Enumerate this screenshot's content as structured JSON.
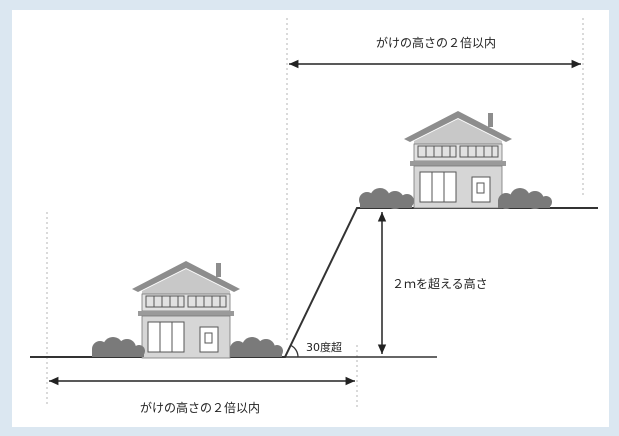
{
  "labels": {
    "top_width": "がけの高さの２倍以内",
    "bottom_width": "がけの高さの２倍以内",
    "height": "２ｍを超える高さ",
    "angle": "30度超"
  },
  "colors": {
    "frame_bg": "#dbe7f1",
    "canvas_bg": "#ffffff",
    "line": "#333333",
    "guide": "#b5b5b5",
    "roof": "#8d8d8d",
    "wall": "#d6d6d6",
    "shrub": "#7a7a7a"
  }
}
